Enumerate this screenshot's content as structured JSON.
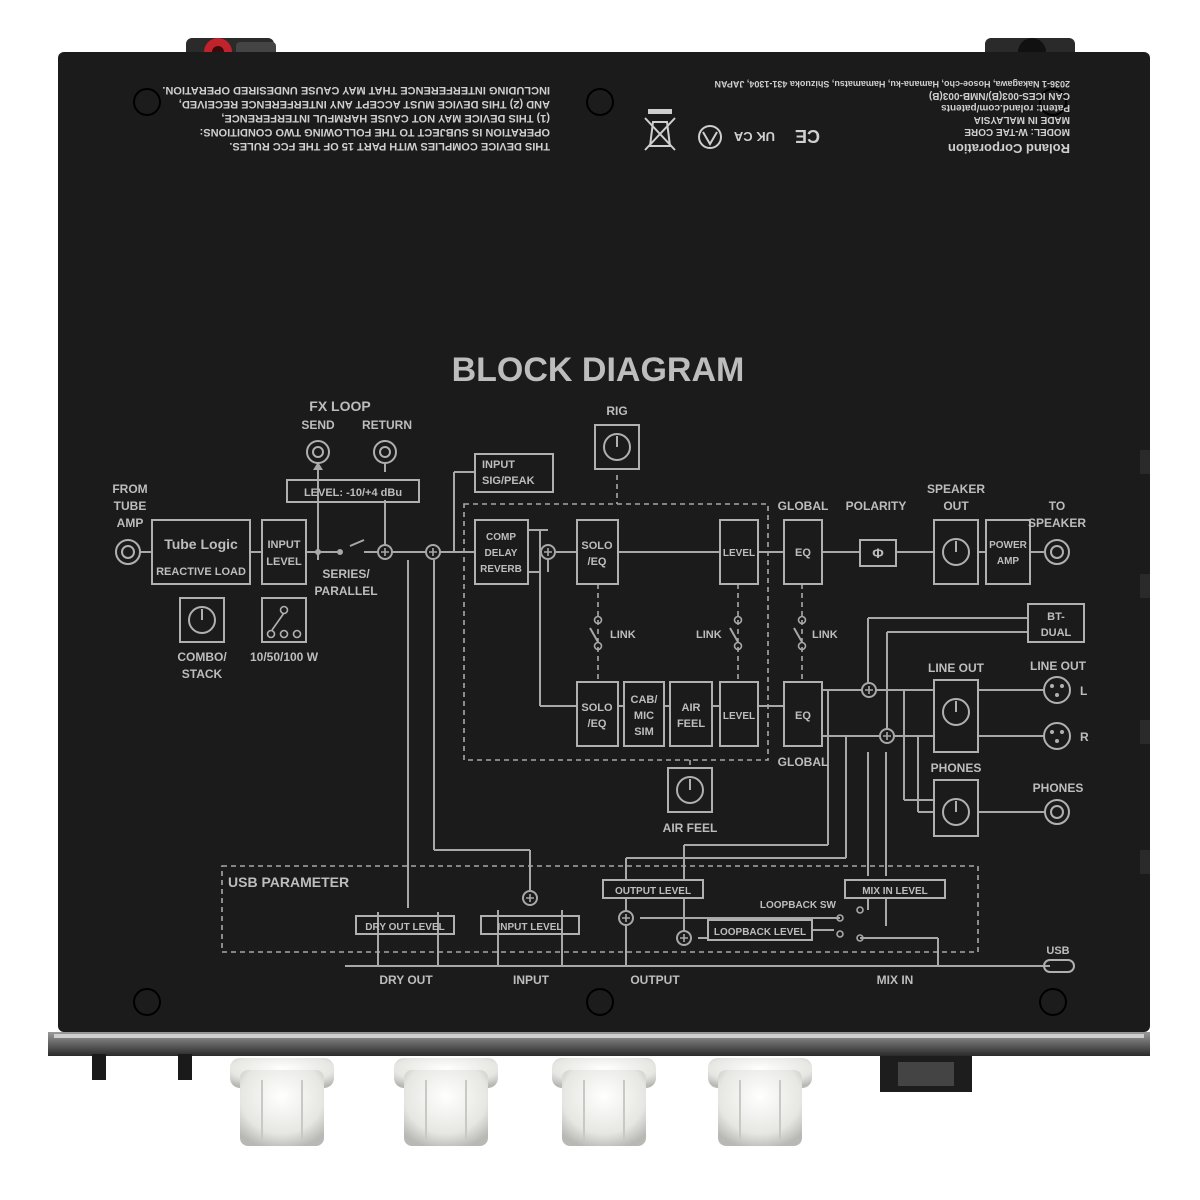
{
  "fcc": {
    "line1": "THIS DEVICE COMPLIES WITH PART 15 OF THE FCC RULES.",
    "line2": "OPERATION IS SUBJECT TO THE FOLLOWING TWO CONDITIONS:",
    "line3": "(1) THIS DEVICE MAY NOT CAUSE HARMFUL INTERFERENCE,",
    "line4": "AND (2) THIS DEVICE MUST ACCEPT ANY INTERFERENCE RECEIVED,",
    "line5": "INCLUDING INTERFERENCE THAT MAY CAUSE UNDESIRED OPERATION."
  },
  "maker": {
    "name": "Roland Corporation",
    "model": "MODEL: W-TAE CORE",
    "made_in": "MADE IN MALAYSIA",
    "patent": "Patent: roland.com/patents",
    "ices": "CAN ICES-003(B)/NMB-003(B)",
    "address": "2036-1 Nakagawa, Hosoe-cho, Hamana-ku, Hamamatsu, Shizuoka 431-1304, JAPAN",
    "marks": [
      "CE",
      "UK CA"
    ]
  },
  "diagram": {
    "title": "BLOCK DIAGRAM",
    "fx_loop": "FX LOOP",
    "send": "SEND",
    "return": "RETURN",
    "fx_level": "LEVEL: -10/+4 dBu",
    "from_tube_amp": [
      "FROM",
      "TUBE",
      "AMP"
    ],
    "tube_logic": "Tube Logic",
    "reactive_load": "REACTIVE LOAD",
    "input_level_box": [
      "INPUT",
      "LEVEL"
    ],
    "combo_stack": [
      "COMBO/",
      "STACK"
    ],
    "watts": "10/50/100 W",
    "series_parallel": [
      "SERIES/",
      "PARALLEL"
    ],
    "input_sig_peak": [
      "INPUT",
      "SIG/PEAK"
    ],
    "rig": "RIG",
    "comp_delay_reverb": [
      "COMP",
      "DELAY",
      "REVERB"
    ],
    "solo_eq": [
      "SOLO",
      "/EQ"
    ],
    "level": "LEVEL",
    "link": "LINK",
    "cab_mic_sim": [
      "CAB/",
      "MIC",
      "SIM"
    ],
    "air_feel_box": [
      "AIR",
      "FEEL"
    ],
    "air_feel": "AIR FEEL",
    "global": "GLOBAL",
    "eq": "EQ",
    "polarity": "POLARITY",
    "polarity_symbol": "Φ",
    "speaker_out": [
      "SPEAKER",
      "OUT"
    ],
    "power_amp": [
      "POWER",
      "AMP"
    ],
    "to_speaker": [
      "TO",
      "SPEAKER"
    ],
    "bt_dual": [
      "BT-",
      "DUAL"
    ],
    "line_out_knob": "LINE OUT",
    "line_out_jack": "LINE OUT",
    "l": "L",
    "r": "R",
    "phones_knob": "PHONES",
    "phones_jack": "PHONES",
    "usb_parameter": "USB PARAMETER",
    "dry_out_level": "DRY OUT LEVEL",
    "input_level": "INPUT LEVEL",
    "output_level": "OUTPUT LEVEL",
    "loopback_sw": "LOOPBACK SW",
    "loopback_level": "LOOPBACK LEVEL",
    "mix_in_level": "MIX IN LEVEL",
    "usb": "USB",
    "dry_out": "DRY OUT",
    "input": "INPUT",
    "output": "OUTPUT",
    "mix_in": "MIX IN"
  },
  "colors": {
    "panel": "#1b1b1b",
    "line": "#a8a8a8",
    "text": "#bdbdbd",
    "jack_red": "#c0232b",
    "knob": "#e8e8e4"
  }
}
